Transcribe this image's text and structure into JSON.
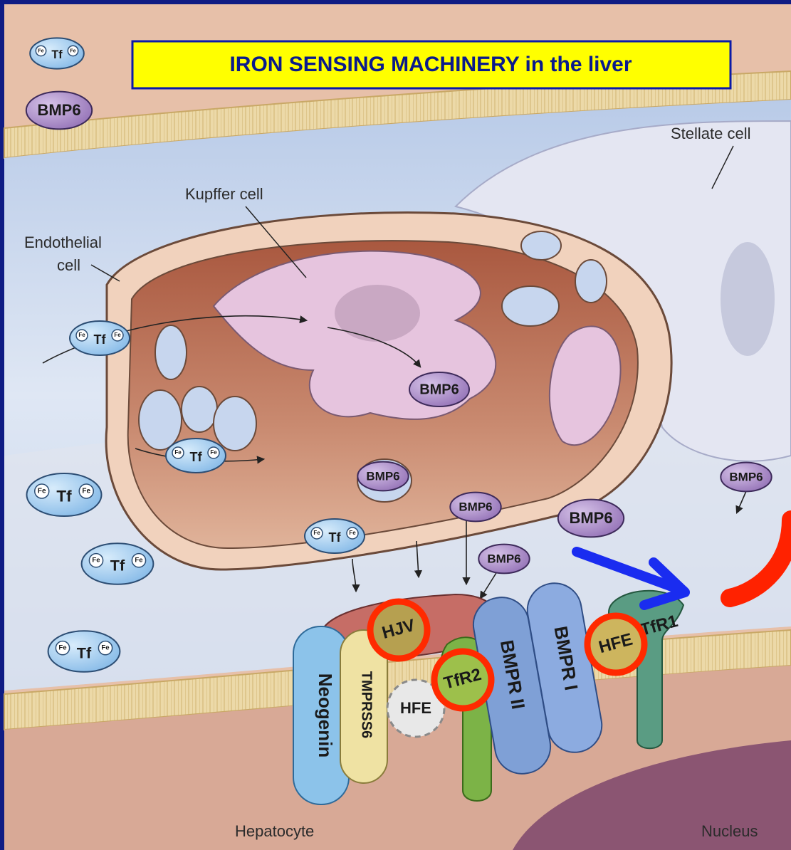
{
  "title": "IRON SENSING MACHINERY in the liver",
  "legend": {
    "tf_label": "Tf",
    "fe_label": "Fe",
    "bmp6_label": "BMP6"
  },
  "labels": {
    "stellate_cell": "Stellate cell",
    "kupffer_cell": "Kupffer cell",
    "endothelial_cell": "Endothelial\ncell",
    "endothelial_line1": "Endothelial",
    "endothelial_line2": "cell",
    "hepatocyte": "Hepatocyte",
    "nucleus": "Nucleus"
  },
  "molecules": {
    "tf": "Tf",
    "fe": "Fe",
    "bmp6": "BMP6",
    "hjv": "HJV",
    "tfr2": "TfR2",
    "hfe": "HFE",
    "hfe_dashed": "HFE",
    "bmpr2": "BMPR II",
    "bmpr1": "BMPR I",
    "tfr1": "TfR1",
    "neogenin": "Neogenin",
    "tmprss6": "TMPRSS6"
  },
  "colors": {
    "banner_bg": "#ffff00",
    "banner_border": "#0b1aa8",
    "banner_text": "#0a1a8c",
    "highlight_ring": "#ff2a00",
    "signal_arrow": "#1a2cf0",
    "hepcidin_arrow": "#ff2200",
    "tf_fill": "#9fcdf2",
    "bmp6_fill": "#a98ac6",
    "membrane": "#e9d6a0",
    "sinusoid": "#c7d6ee",
    "kupffer": "#e6c4de",
    "nucleus": "#8b5572"
  },
  "highlighted": [
    "HJV",
    "TfR2",
    "HFE"
  ]
}
